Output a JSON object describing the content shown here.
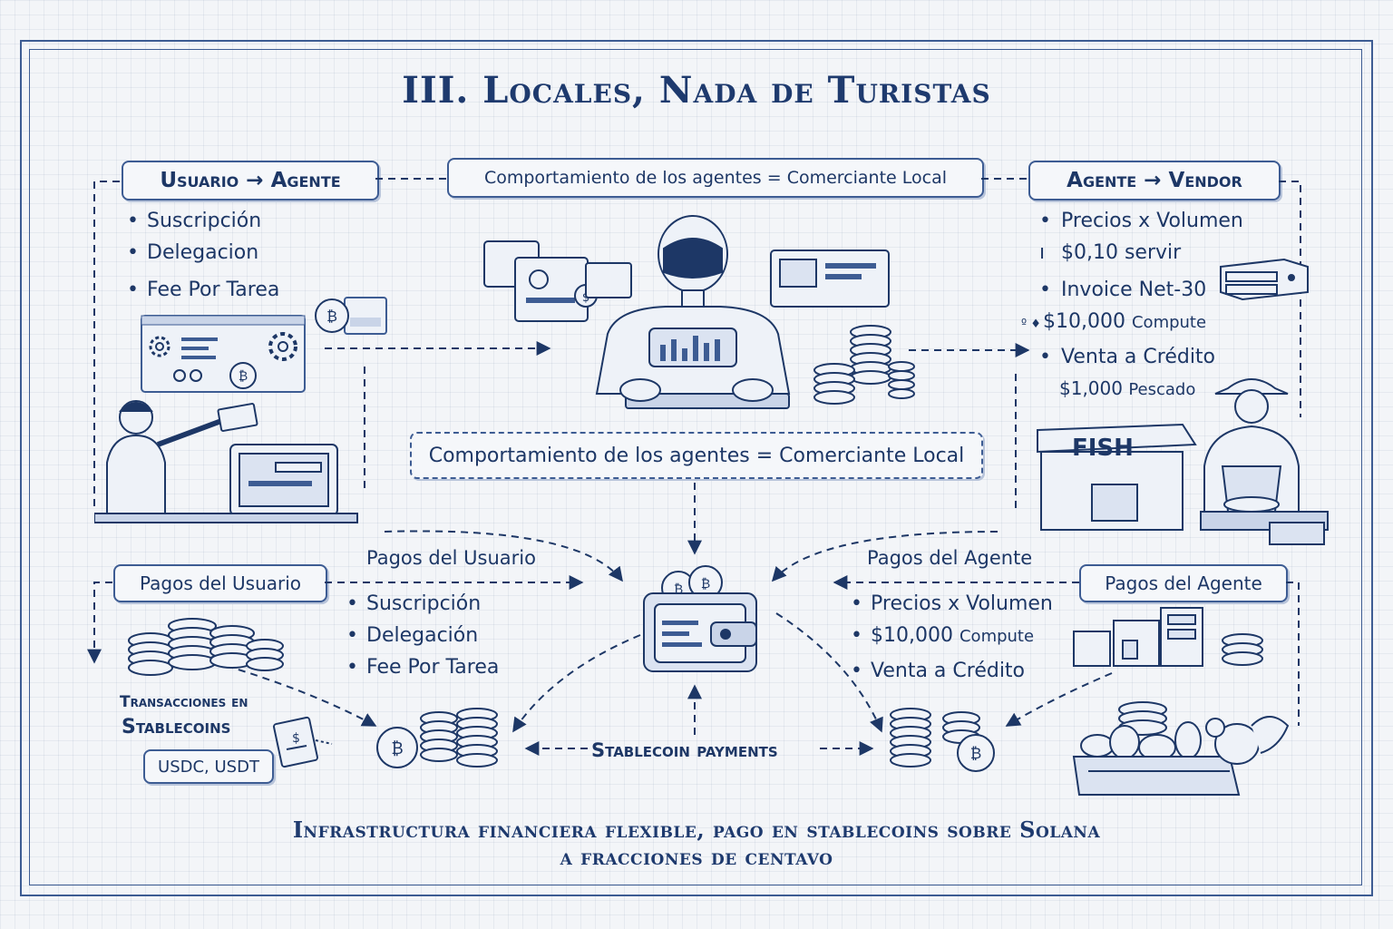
{
  "title": "III. Locales, Nada de Turistas",
  "top": {
    "left_box": "Usuario → Agente",
    "center_box": "Comportamiento de los agentes = Comerciante Local",
    "right_box": "Agente → Vendor"
  },
  "left_list": [
    "Suscripción",
    "Delegacion",
    "Fee Por Tarea"
  ],
  "right_list": {
    "items": [
      {
        "text": "Precios x Volumen",
        "bullet": "•"
      },
      {
        "text": "$0,10 servir",
        "bullet": "ı"
      },
      {
        "text": "Invoice Net-30",
        "bullet": "•"
      },
      {
        "text": "$10,000",
        "small": "Compute",
        "bullet": "º ♦"
      },
      {
        "text": "Venta a Crédito",
        "bullet": "•"
      }
    ],
    "extra_amount": "$1,000",
    "extra_small": "Pescado"
  },
  "center_box2": "Comportamiento de los agentes = Comerciante Local",
  "user_payments": {
    "arrow_label": "Pagos del Usuario",
    "box": "Pagos del Usuario",
    "items": [
      "Suscripción",
      "Delegación",
      "Fee Por Tarea"
    ]
  },
  "agent_payments": {
    "arrow_label": "Pagos del Agente",
    "box": "Pagos del Agente",
    "items": [
      {
        "text": "Precios x Volumen"
      },
      {
        "text": "$10,000",
        "small": "Compute"
      },
      {
        "text": "Venta a Crédito"
      }
    ]
  },
  "transactions": {
    "line1": "Transacciones en",
    "line2": "Stablecoins",
    "box": "USDC, USDT"
  },
  "stablecoin_label": "Stablecoin payments",
  "fish_sign": "FISH",
  "footer": {
    "line1": "Infrastructura financiera flexible, pago en stablecoins sobre Solana",
    "line2": "a fracciones de centavo"
  },
  "colors": {
    "ink": "#1d3766",
    "accent": "#3d5c93",
    "paper": "#f3f5f8"
  },
  "icons": [
    "gear-icon",
    "bitcoin-coin-icon",
    "dollar-coin-icon",
    "robot-agent-icon",
    "wallet-icon",
    "coin-stack-icon",
    "laptop-icon",
    "merchant-icon",
    "fish-stall-icon",
    "vegetable-crate-icon",
    "server-icon"
  ]
}
